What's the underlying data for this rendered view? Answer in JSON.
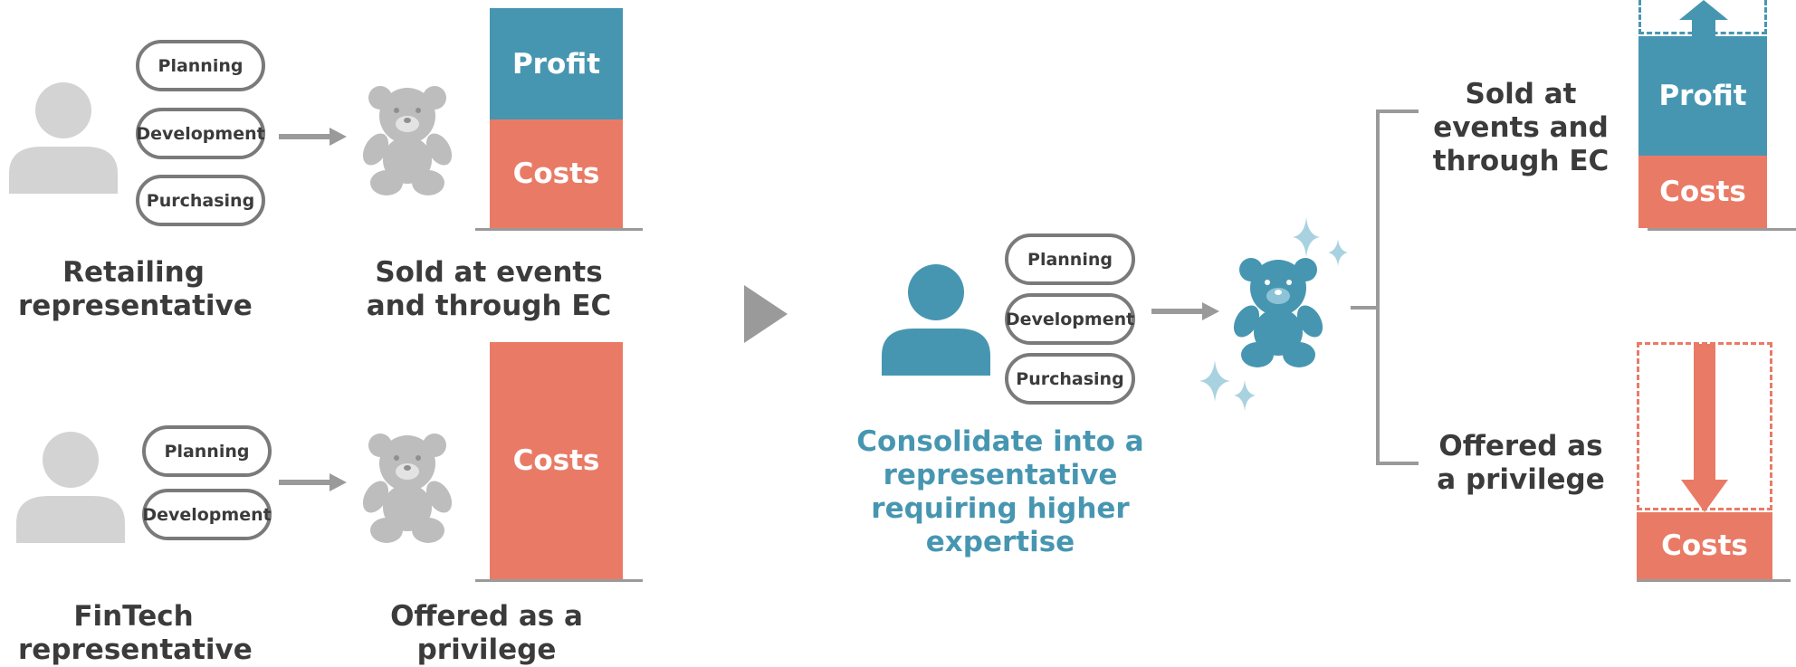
{
  "colors": {
    "gray_icon": "#d3d3d3",
    "bear_gray": "#bdbdbd",
    "teal": "#4796b1",
    "salmon": "#e97b66",
    "sparkle": "#a9d2e0",
    "text": "#3b3b3b"
  },
  "icons": [
    "person-icon",
    "teddy-bear-icon",
    "sparkle-icon",
    "arrow-right-icon",
    "play-triangle-icon"
  ],
  "before": {
    "retail": {
      "tasks": [
        "Planning",
        "Development",
        "Purchasing"
      ],
      "caption": "Retailing representative",
      "channel": "Sold at events and through EC",
      "bar": {
        "profit": "Profit",
        "costs": "Costs"
      }
    },
    "fintech": {
      "tasks": [
        "Planning",
        "Development"
      ],
      "caption": "FinTech representative",
      "channel": "Offered as a privilege",
      "bar": {
        "costs": "Costs"
      }
    }
  },
  "after": {
    "tasks": [
      "Planning",
      "Development",
      "Purchasing"
    ],
    "caption": "Consolidate into a representative requiring higher expertise",
    "events": {
      "label": "Sold at events and through EC",
      "bar": {
        "profit": "Profit",
        "costs": "Costs"
      }
    },
    "privilege": {
      "label": "Offered as a privilege",
      "bar": {
        "costs": "Costs"
      }
    }
  }
}
